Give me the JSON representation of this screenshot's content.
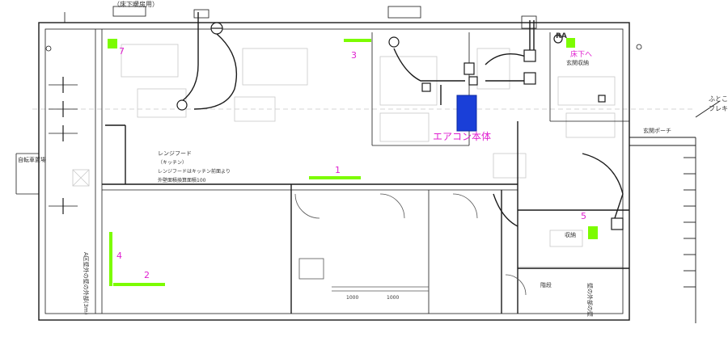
{
  "labels": {
    "underfloor": "（床下暖房用）",
    "ra": "RA",
    "to_underfloor": "床下へ",
    "aircon_unit": "エアコン本体",
    "bike_storage": "自転車置場",
    "entrance_porch": "玄関ポーチ",
    "entrance_storage": "玄関収納",
    "storage": "収納",
    "stairs": "階段",
    "flexible_1": "ふとこ",
    "flexible_2": "フレキ",
    "dim_left": "1000",
    "dim_right": "1000",
    "vertical_left": "A区壁外の壁の外部(3m)",
    "vertical_right": "壁の外部の壁",
    "range_hood": "レンジフード",
    "range_note_1": "（キッチン）",
    "range_note_2": "レンジフードはキッチン前面より",
    "range_note_3": "外壁面積換算面積100"
  },
  "vents": [
    {
      "num": "1",
      "color": "#7CFC00"
    },
    {
      "num": "2",
      "color": "#7CFC00"
    },
    {
      "num": "3",
      "color": "#7CFC00"
    },
    {
      "num": "4",
      "color": "#7CFC00"
    },
    {
      "num": "5",
      "color": "#7CFC00"
    },
    {
      "num": "7",
      "color": "#7CFC00"
    }
  ],
  "colors": {
    "vent_green": "#7CFC00",
    "number_magenta": "#e020d0",
    "aircon_blue": "#1a3fd8",
    "line": "#1a1a1a",
    "faint": "#bdbdbd"
  }
}
